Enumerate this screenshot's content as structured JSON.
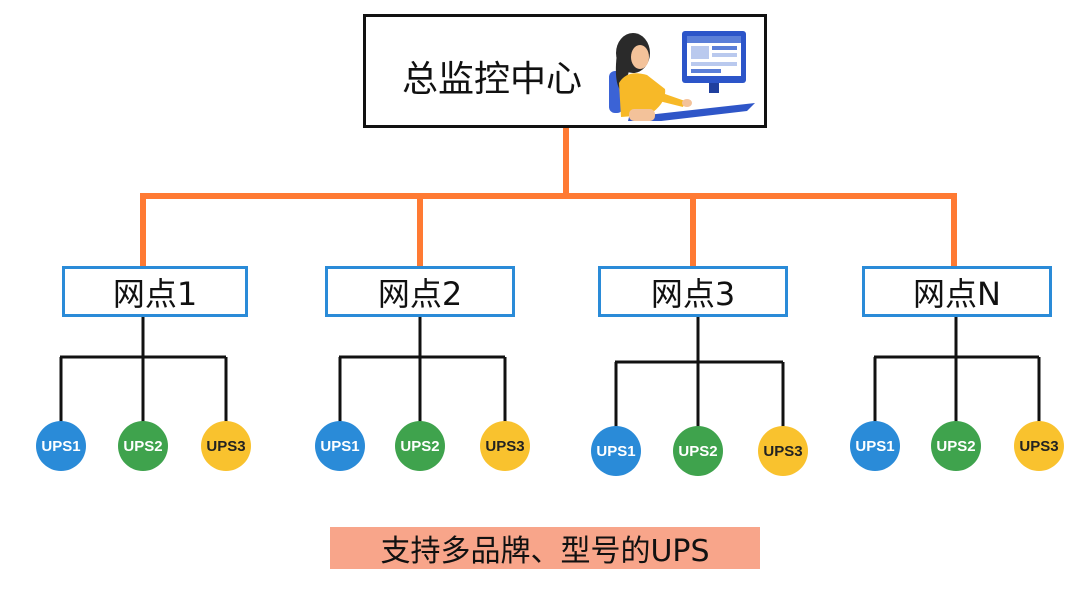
{
  "center": {
    "title": "总监控中心",
    "illustration": "operator-at-computer"
  },
  "sites": [
    {
      "label": "网点1",
      "ups": [
        "UPS1",
        "UPS2",
        "UPS3"
      ]
    },
    {
      "label": "网点2",
      "ups": [
        "UPS1",
        "UPS2",
        "UPS3"
      ]
    },
    {
      "label": "网点3",
      "ups": [
        "UPS1",
        "UPS2",
        "UPS3"
      ]
    },
    {
      "label": "网点N",
      "ups": [
        "UPS1",
        "UPS2",
        "UPS3"
      ]
    }
  ],
  "caption": "支持多品牌、型号的UPS",
  "colors": {
    "trunk_line": "#ff7a33",
    "branch_line": "#111111",
    "site_border": "#2a8bd8",
    "ups1": "#2a8bd8",
    "ups2": "#3fa34d",
    "ups3": "#f9c22e",
    "caption_bg": "#f8a58a"
  }
}
